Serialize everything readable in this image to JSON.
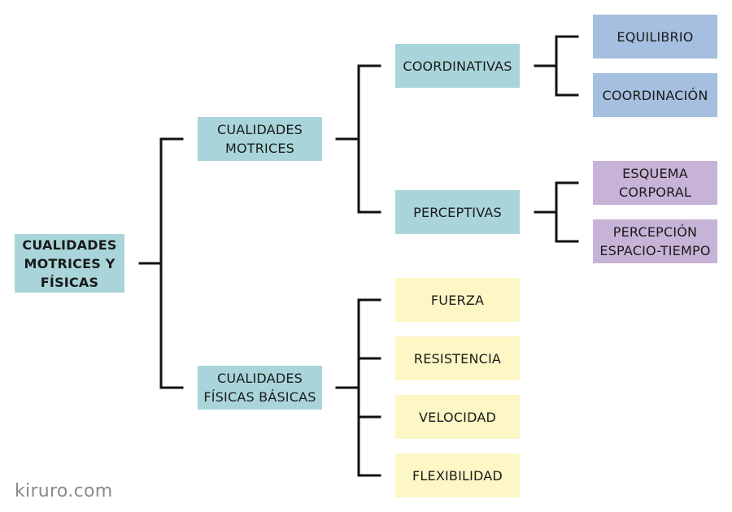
{
  "diagram": {
    "root": "CUALIDADES\nMOTRICES Y\nFÍSICAS",
    "motrices": "CUALIDADES\nMOTRICES",
    "fisicas": "CUALIDADES\nFÍSICAS BÁSICAS",
    "coordinativas": "COORDINATIVAS",
    "perceptivas": "PERCEPTIVAS",
    "equilibrio": "EQUILIBRIO",
    "coordinacion": "COORDINACIÓN",
    "esquema": "ESQUEMA\nCORPORAL",
    "percepcion": "PERCEPCIÓN\nESPACIO-TIEMPO",
    "fuerza": "FUERZA",
    "resistencia": "RESISTENCIA",
    "velocidad": "VELOCIDAD",
    "flexibilidad": "FLEXIBILIDAD"
  },
  "colors": {
    "teal": "#a9d5da",
    "blue": "#a5bfe0",
    "purple": "#c8b3d8",
    "yellow": "#fcf7c5",
    "connector": "#111111"
  },
  "watermark": "kiruro.com"
}
